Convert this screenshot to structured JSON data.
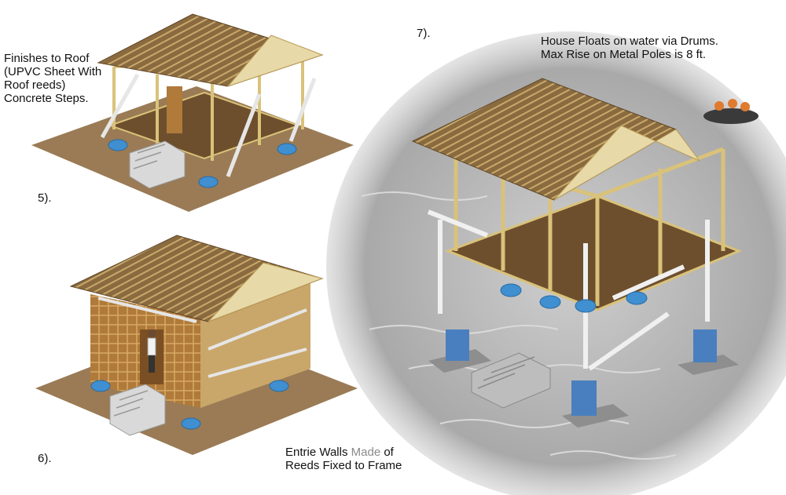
{
  "steps": {
    "step5": "5).",
    "step6": "6).",
    "step7": "7)."
  },
  "captions": {
    "roof": [
      "Finishes to Roof",
      "(UPVC Sheet With",
      "Roof reeds)",
      "Concrete Steps."
    ],
    "float": [
      "House Floats on water via Drums.",
      "Max Rise on Metal Poles is 8 ft."
    ],
    "walls": {
      "line1_a": "Entrie Walls ",
      "line1_b": "Made",
      "line1_c": " of",
      "line2": "Reeds Fixed to Frame"
    }
  },
  "colors": {
    "ground": "#9a7b55",
    "roof": "#8a6a3f",
    "bamboo": "#d9c27a",
    "drum": "#3f8fd1",
    "water": "#b9b9b9",
    "wall": "#b07a3a"
  }
}
